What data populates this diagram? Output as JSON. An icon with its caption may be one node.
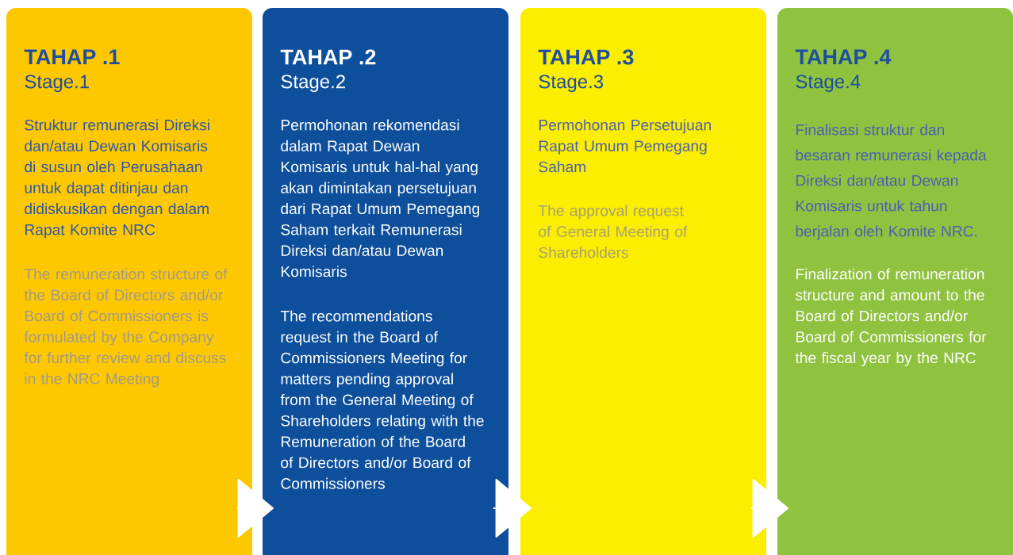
{
  "diagram": {
    "nodes": [
      {
        "text": [
          "TAHAP .1",
          "Stage.1",
          "Struktur remunerasi Direksi dan/atau Dewan Komisaris di susun oleh Perusahaan untuk dapat ditinjau dan didiskusikan dengan dalam Rapat Komite NRC",
          "The remuneration structure of the Board of Directors and/or Board of Commissioners is formulated by the Company for further review and discuss in the NRC Meeting"
        ]
      },
      {
        "text": [
          "TAHAP .2",
          "Stage.2",
          "Permohonan rekomendasi dalam Rapat Dewan Komisaris untuk hal-hal yang akan dimintakan persetujuan dari Rapat Umum Pemegang Saham terkait Remunerasi Direksi dan/atau Dewan Komisaris",
          "The recommendations request in the Board of Commissioners Meeting for matters pending approval from the General Meeting of Shareholders relating with the Remuneration of the Board of Directors and/or Board of Commissioners"
        ]
      },
      {
        "text": [
          "TAHAP .3",
          "Stage.3",
          "Permohonan Persetujuan Rapat Umum Pemegang Saham",
          "The approval request of General Meeting of Shareholders"
        ]
      },
      {
        "text": [
          "TAHAP .4",
          "Stage.4",
          "Finalisasi struktur dan besaran remunerasi kepada Direksi dan/atau Dewan Komisaris untuk tahun berjalan oleh Komite NRC.",
          "Finalization of remuneration structure and amount to the Board of Directors and/or Board of Commissioners for the fiscal year by the NRC"
        ]
      }
    ],
    "edges": [
      {
        "from": 0,
        "to": 1,
        "arrow": "to"
      },
      {
        "from": 1,
        "to": 2,
        "arrow": "to"
      },
      {
        "from": 2,
        "to": 3,
        "arrow": "to"
      }
    ]
  }
}
